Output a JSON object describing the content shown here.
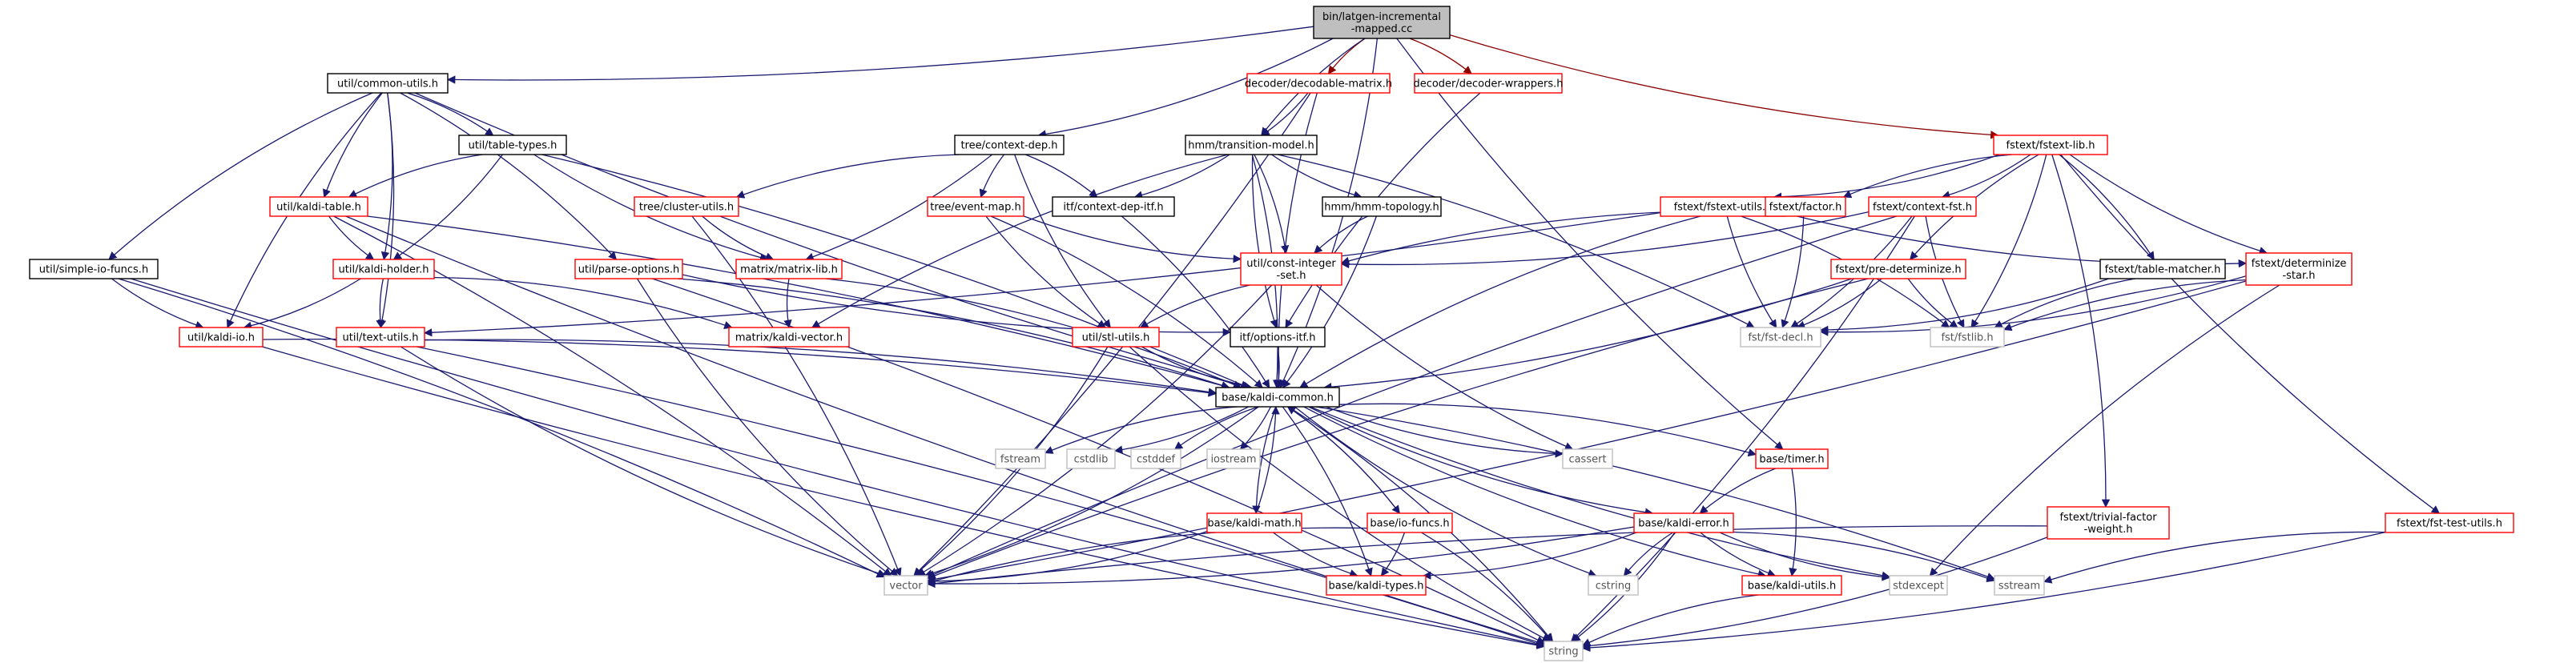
{
  "nodes": [
    {
      "id": "root",
      "lines": [
        "bin/latgen-incremental",
        "-mapped.cc"
      ],
      "kind": "root"
    },
    {
      "id": "util_common_utils",
      "lines": [
        "util/common-utils.h"
      ],
      "kind": "black"
    },
    {
      "id": "decoder_decodable_matrix",
      "lines": [
        "decoder/decodable-matrix.h"
      ],
      "kind": "red"
    },
    {
      "id": "decoder_decoder_wrappers",
      "lines": [
        "decoder/decoder-wrappers.h"
      ],
      "kind": "red"
    },
    {
      "id": "fstext_fstext_lib",
      "lines": [
        "fstext/fstext-lib.h"
      ],
      "kind": "red"
    },
    {
      "id": "tree_context_dep",
      "lines": [
        "tree/context-dep.h"
      ],
      "kind": "black"
    },
    {
      "id": "hmm_transition_model",
      "lines": [
        "hmm/transition-model.h"
      ],
      "kind": "black"
    },
    {
      "id": "util_table_types",
      "lines": [
        "util/table-types.h"
      ],
      "kind": "black"
    },
    {
      "id": "util_kaldi_table",
      "lines": [
        "util/kaldi-table.h"
      ],
      "kind": "red"
    },
    {
      "id": "tree_cluster_utils",
      "lines": [
        "tree/cluster-utils.h"
      ],
      "kind": "red"
    },
    {
      "id": "tree_event_map",
      "lines": [
        "tree/event-map.h"
      ],
      "kind": "red"
    },
    {
      "id": "itf_context_dep_itf",
      "lines": [
        "itf/context-dep-itf.h"
      ],
      "kind": "black"
    },
    {
      "id": "hmm_hmm_topology",
      "lines": [
        "hmm/hmm-topology.h"
      ],
      "kind": "black"
    },
    {
      "id": "fstext_fstext_utils",
      "lines": [
        "fstext/fstext-utils.h"
      ],
      "kind": "red"
    },
    {
      "id": "fstext_factor",
      "lines": [
        "fstext/factor.h"
      ],
      "kind": "red"
    },
    {
      "id": "fstext_context_fst",
      "lines": [
        "fstext/context-fst.h"
      ],
      "kind": "red"
    },
    {
      "id": "util_simple_io_funcs",
      "lines": [
        "util/simple-io-funcs.h"
      ],
      "kind": "black"
    },
    {
      "id": "util_kaldi_holder",
      "lines": [
        "util/kaldi-holder.h"
      ],
      "kind": "red"
    },
    {
      "id": "util_parse_options",
      "lines": [
        "util/parse-options.h"
      ],
      "kind": "red"
    },
    {
      "id": "matrix_matrix_lib",
      "lines": [
        "matrix/matrix-lib.h"
      ],
      "kind": "red"
    },
    {
      "id": "util_const_integer_set",
      "lines": [
        "util/const-integer",
        "-set.h"
      ],
      "kind": "red"
    },
    {
      "id": "fstext_pre_determinize",
      "lines": [
        "fstext/pre-determinize.h"
      ],
      "kind": "red"
    },
    {
      "id": "fstext_table_matcher",
      "lines": [
        "fstext/table-matcher.h"
      ],
      "kind": "black"
    },
    {
      "id": "fstext_determinize_star",
      "lines": [
        "fstext/determinize",
        "-star.h"
      ],
      "kind": "red"
    },
    {
      "id": "util_kaldi_io",
      "lines": [
        "util/kaldi-io.h"
      ],
      "kind": "red"
    },
    {
      "id": "util_text_utils",
      "lines": [
        "util/text-utils.h"
      ],
      "kind": "red"
    },
    {
      "id": "matrix_kaldi_vector",
      "lines": [
        "matrix/kaldi-vector.h"
      ],
      "kind": "red"
    },
    {
      "id": "util_stl_utils",
      "lines": [
        "util/stl-utils.h"
      ],
      "kind": "red"
    },
    {
      "id": "itf_options_itf",
      "lines": [
        "itf/options-itf.h"
      ],
      "kind": "black"
    },
    {
      "id": "fst_fst_decl",
      "lines": [
        "fst/fst-decl.h"
      ],
      "kind": "gray"
    },
    {
      "id": "fst_fstlib",
      "lines": [
        "fst/fstlib.h"
      ],
      "kind": "gray"
    },
    {
      "id": "base_kaldi_common",
      "lines": [
        "base/kaldi-common.h"
      ],
      "kind": "black"
    },
    {
      "id": "fstream",
      "lines": [
        "fstream"
      ],
      "kind": "gray"
    },
    {
      "id": "cstdlib",
      "lines": [
        "cstdlib"
      ],
      "kind": "gray"
    },
    {
      "id": "cstddef",
      "lines": [
        "cstddef"
      ],
      "kind": "gray"
    },
    {
      "id": "iostream",
      "lines": [
        "iostream"
      ],
      "kind": "gray"
    },
    {
      "id": "cassert",
      "lines": [
        "cassert"
      ],
      "kind": "gray"
    },
    {
      "id": "base_timer",
      "lines": [
        "base/timer.h"
      ],
      "kind": "red"
    },
    {
      "id": "base_kaldi_math",
      "lines": [
        "base/kaldi-math.h"
      ],
      "kind": "red"
    },
    {
      "id": "base_io_funcs",
      "lines": [
        "base/io-funcs.h"
      ],
      "kind": "red"
    },
    {
      "id": "base_kaldi_error",
      "lines": [
        "base/kaldi-error.h"
      ],
      "kind": "red"
    },
    {
      "id": "fstext_trivial_factor_weight",
      "lines": [
        "fstext/trivial-factor",
        "-weight.h"
      ],
      "kind": "red"
    },
    {
      "id": "fstext_fst_test_utils",
      "lines": [
        "fstext/fst-test-utils.h"
      ],
      "kind": "red"
    },
    {
      "id": "vector",
      "lines": [
        "vector"
      ],
      "kind": "gray"
    },
    {
      "id": "cstring",
      "lines": [
        "cstring"
      ],
      "kind": "gray"
    },
    {
      "id": "base_kaldi_types",
      "lines": [
        "base/kaldi-types.h"
      ],
      "kind": "red"
    },
    {
      "id": "base_kaldi_utils",
      "lines": [
        "base/kaldi-utils.h"
      ],
      "kind": "red"
    },
    {
      "id": "stdexcept",
      "lines": [
        "stdexcept"
      ],
      "kind": "gray"
    },
    {
      "id": "sstream",
      "lines": [
        "sstream"
      ],
      "kind": "gray"
    },
    {
      "id": "string",
      "lines": [
        "string"
      ],
      "kind": "gray"
    }
  ],
  "edges": [
    [
      "root",
      "util_common_utils"
    ],
    [
      "root",
      "decoder_decodable_matrix"
    ],
    [
      "root",
      "decoder_decoder_wrappers"
    ],
    [
      "root",
      "fstext_fstext_lib"
    ],
    [
      "root",
      "tree_context_dep"
    ],
    [
      "root",
      "hmm_transition_model"
    ],
    [
      "root",
      "base_kaldi_common"
    ],
    [
      "root",
      "base_timer"
    ],
    [
      "util_common_utils",
      "util_table_types"
    ],
    [
      "util_common_utils",
      "util_kaldi_table"
    ],
    [
      "util_common_utils",
      "util_kaldi_holder"
    ],
    [
      "util_common_utils",
      "util_simple_io_funcs"
    ],
    [
      "util_common_utils",
      "util_parse_options"
    ],
    [
      "util_common_utils",
      "util_kaldi_io"
    ],
    [
      "util_common_utils",
      "util_text_utils"
    ],
    [
      "util_common_utils",
      "base_kaldi_common"
    ],
    [
      "decoder_decodable_matrix",
      "hmm_transition_model"
    ],
    [
      "decoder_decodable_matrix",
      "base_kaldi_common"
    ],
    [
      "decoder_decodable_matrix",
      "vector"
    ],
    [
      "decoder_decoder_wrappers",
      "itf_options_itf"
    ],
    [
      "fstext_fstext_lib",
      "fstext_fstext_utils"
    ],
    [
      "fstext_fstext_lib",
      "fstext_factor"
    ],
    [
      "fstext_fstext_lib",
      "fstext_context_fst"
    ],
    [
      "fstext_fstext_lib",
      "fstext_pre_determinize"
    ],
    [
      "fstext_fstext_lib",
      "fstext_table_matcher"
    ],
    [
      "fstext_fstext_lib",
      "fstext_determinize_star"
    ],
    [
      "fstext_fstext_lib",
      "fstext_trivial_factor_weight"
    ],
    [
      "fstext_fstext_lib",
      "fstext_fst_test_utils"
    ],
    [
      "fstext_fstext_lib",
      "fst_fstlib"
    ],
    [
      "tree_context_dep",
      "tree_event_map"
    ],
    [
      "tree_context_dep",
      "itf_context_dep_itf"
    ],
    [
      "tree_context_dep",
      "util_stl_utils"
    ],
    [
      "tree_context_dep",
      "matrix_matrix_lib"
    ],
    [
      "tree_context_dep",
      "tree_cluster_utils"
    ],
    [
      "hmm_transition_model",
      "itf_context_dep_itf"
    ],
    [
      "hmm_transition_model",
      "hmm_hmm_topology"
    ],
    [
      "hmm_transition_model",
      "util_const_integer_set"
    ],
    [
      "hmm_transition_model",
      "itf_options_itf"
    ],
    [
      "hmm_transition_model",
      "base_kaldi_common"
    ],
    [
      "hmm_transition_model",
      "matrix_kaldi_vector"
    ],
    [
      "hmm_transition_model",
      "fst_fst_decl"
    ],
    [
      "util_table_types",
      "util_kaldi_table"
    ],
    [
      "util_table_types",
      "util_kaldi_holder"
    ],
    [
      "util_table_types",
      "matrix_matrix_lib"
    ],
    [
      "util_table_types",
      "base_kaldi_common"
    ],
    [
      "util_kaldi_table",
      "util_kaldi_holder"
    ],
    [
      "util_kaldi_table",
      "vector"
    ],
    [
      "util_kaldi_table",
      "string"
    ],
    [
      "util_kaldi_table",
      "base_kaldi_common"
    ],
    [
      "tree_cluster_utils",
      "matrix_matrix_lib"
    ],
    [
      "tree_cluster_utils",
      "vector"
    ],
    [
      "tree_event_map",
      "util_const_integer_set"
    ],
    [
      "tree_event_map",
      "base_kaldi_common"
    ],
    [
      "tree_event_map",
      "util_stl_utils"
    ],
    [
      "itf_context_dep_itf",
      "base_kaldi_common"
    ],
    [
      "hmm_hmm_topology",
      "util_const_integer_set"
    ],
    [
      "hmm_hmm_topology",
      "base_kaldi_common"
    ],
    [
      "fstext_fstext_utils",
      "fst_fst_decl"
    ],
    [
      "fstext_fstext_utils",
      "fst_fstlib"
    ],
    [
      "fstext_fstext_utils",
      "base_kaldi_common"
    ],
    [
      "fstext_fstext_utils",
      "util_text_utils"
    ],
    [
      "fstext_fstext_utils",
      "fstext_determinize_star"
    ],
    [
      "fstext_factor",
      "fst_fst_decl"
    ],
    [
      "fstext_factor",
      "util_const_integer_set"
    ],
    [
      "fstext_context_fst",
      "fst_fst_decl"
    ],
    [
      "fstext_context_fst",
      "fst_fstlib"
    ],
    [
      "fstext_context_fst",
      "util_const_integer_set"
    ],
    [
      "fstext_context_fst",
      "vector"
    ],
    [
      "fstext_context_fst",
      "string"
    ],
    [
      "util_simple_io_funcs",
      "util_kaldi_io"
    ],
    [
      "util_simple_io_funcs",
      "vector"
    ],
    [
      "util_simple_io_funcs",
      "string"
    ],
    [
      "util_kaldi_holder",
      "util_kaldi_io"
    ],
    [
      "util_kaldi_holder",
      "util_text_utils"
    ],
    [
      "util_kaldi_holder",
      "matrix_kaldi_vector"
    ],
    [
      "util_parse_options",
      "itf_options_itf"
    ],
    [
      "util_parse_options",
      "base_kaldi_common"
    ],
    [
      "util_parse_options",
      "vector"
    ],
    [
      "util_parse_options",
      "string"
    ],
    [
      "matrix_matrix_lib",
      "matrix_kaldi_vector"
    ],
    [
      "matrix_matrix_lib",
      "base_kaldi_common"
    ],
    [
      "util_const_integer_set",
      "util_stl_utils"
    ],
    [
      "util_const_integer_set",
      "vector"
    ],
    [
      "util_const_integer_set",
      "cassert"
    ],
    [
      "fstext_pre_determinize",
      "fst_fst_decl"
    ],
    [
      "fstext_pre_determinize",
      "fst_fstlib"
    ],
    [
      "fstext_pre_determinize",
      "base_kaldi_common"
    ],
    [
      "fstext_pre_determinize",
      "vector"
    ],
    [
      "fstext_table_matcher",
      "fst_fst_decl"
    ],
    [
      "fstext_table_matcher",
      "fst_fstlib"
    ],
    [
      "fstext_determinize_star",
      "fst_fst_decl"
    ],
    [
      "fstext_determinize_star",
      "fst_fstlib"
    ],
    [
      "fstext_determinize_star",
      "vector"
    ],
    [
      "fstext_determinize_star",
      "stdexcept"
    ],
    [
      "util_kaldi_io",
      "base_kaldi_common"
    ],
    [
      "util_kaldi_io",
      "string"
    ],
    [
      "util_text_utils",
      "base_kaldi_common"
    ],
    [
      "util_text_utils",
      "vector"
    ],
    [
      "util_text_utils",
      "string"
    ],
    [
      "util_stl_utils",
      "base_kaldi_common"
    ],
    [
      "util_stl_utils",
      "vector"
    ],
    [
      "util_stl_utils",
      "string"
    ],
    [
      "itf_options_itf",
      "base_kaldi_common"
    ],
    [
      "base_kaldi_common",
      "fstream"
    ],
    [
      "base_kaldi_common",
      "cstdlib"
    ],
    [
      "base_kaldi_common",
      "cstddef"
    ],
    [
      "base_kaldi_common",
      "iostream"
    ],
    [
      "base_kaldi_common",
      "cassert"
    ],
    [
      "base_kaldi_common",
      "base_timer"
    ],
    [
      "base_kaldi_common",
      "base_kaldi_math"
    ],
    [
      "base_kaldi_common",
      "base_io_funcs"
    ],
    [
      "base_kaldi_common",
      "base_kaldi_error"
    ],
    [
      "base_kaldi_common",
      "base_kaldi_types"
    ],
    [
      "base_kaldi_common",
      "base_kaldi_utils"
    ],
    [
      "base_kaldi_common",
      "vector"
    ],
    [
      "base_kaldi_common",
      "cstring"
    ],
    [
      "base_kaldi_common",
      "string"
    ],
    [
      "base_kaldi_common",
      "stdexcept"
    ],
    [
      "base_kaldi_common",
      "sstream"
    ],
    [
      "base_timer",
      "base_kaldi_error"
    ],
    [
      "base_timer",
      "base_kaldi_utils"
    ],
    [
      "base_kaldi_math",
      "base_kaldi_types"
    ],
    [
      "base_kaldi_math",
      "vector"
    ],
    [
      "base_kaldi_math",
      "base_kaldi_common"
    ],
    [
      "base_io_funcs",
      "base_kaldi_types"
    ],
    [
      "base_io_funcs",
      "vector"
    ],
    [
      "base_io_funcs",
      "string"
    ],
    [
      "base_io_funcs",
      "base_kaldi_common"
    ],
    [
      "base_kaldi_error",
      "base_kaldi_types"
    ],
    [
      "base_kaldi_error",
      "base_kaldi_utils"
    ],
    [
      "base_kaldi_error",
      "vector"
    ],
    [
      "base_kaldi_error",
      "cstring"
    ],
    [
      "base_kaldi_error",
      "string"
    ],
    [
      "base_kaldi_error",
      "stdexcept"
    ],
    [
      "base_kaldi_error",
      "sstream"
    ],
    [
      "fstext_trivial_factor_weight",
      "vector"
    ],
    [
      "fstext_trivial_factor_weight",
      "string"
    ],
    [
      "fstext_fst_test_utils",
      "sstream"
    ],
    [
      "fstext_fst_test_utils",
      "string"
    ],
    [
      "base_kaldi_utils",
      "string"
    ]
  ],
  "red_edges": [
    [
      "root",
      "decoder_decodable_matrix"
    ],
    [
      "root",
      "decoder_decoder_wrappers"
    ],
    [
      "root",
      "fstext_fstext_lib"
    ]
  ]
}
